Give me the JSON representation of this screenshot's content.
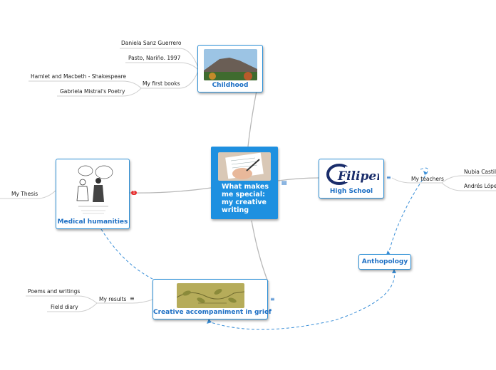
{
  "central": {
    "title": "What makes me special: my creative writing"
  },
  "topics": {
    "childhood": "Childhood",
    "high_school": "High School",
    "medical_humanities": "Medical humanities",
    "creative": "Creative accompaniment in grief",
    "anthopology": "Anthopology"
  },
  "childhood_leaves": {
    "name": "Daniela Sanz Guerrero",
    "place": "Pasto, Nariño. 1997",
    "books_label": "My first books",
    "book1": "Hamlet and Macbeth - Shakespeare",
    "book2": "Gabriela Mistral's Poetry"
  },
  "high_school_leaves": {
    "teachers_label": "My teachers",
    "teacher1": "Nubia Castill",
    "teacher2": "Andrés López"
  },
  "high_school_logo": "Filipense",
  "medical_leaves": {
    "thesis": "My Thesis",
    "badge": "1"
  },
  "creative_leaves": {
    "results_label": "My results",
    "poems": "Poems and writings",
    "diary": "Field diary"
  },
  "colors": {
    "accent": "#1e90e0",
    "topic_text": "#1d6fc4",
    "branch": "#b8b8b8",
    "relation": "#3a8fd8",
    "badge": "#e63030"
  }
}
